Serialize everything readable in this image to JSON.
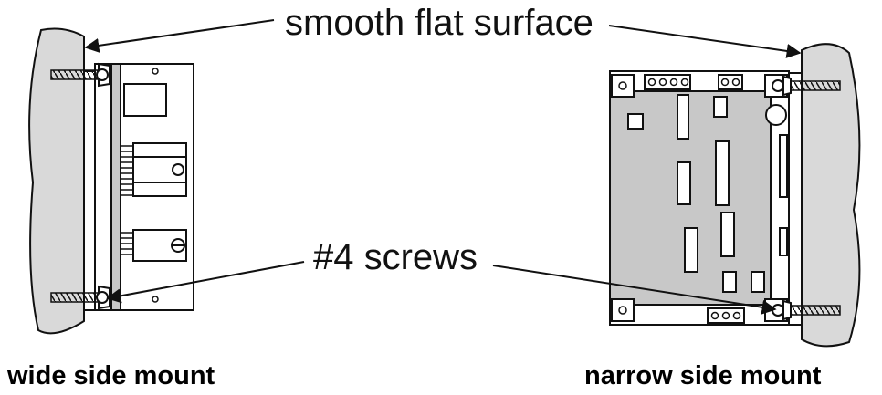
{
  "labels": {
    "surface": "smooth flat surface",
    "screws": "#4 screws"
  },
  "captions": {
    "wide": "wide side mount",
    "narrow": "narrow side mount"
  },
  "colors": {
    "wall": "#d9d9d9",
    "board": "#c8c8c8",
    "line": "#111111",
    "white": "#ffffff"
  }
}
